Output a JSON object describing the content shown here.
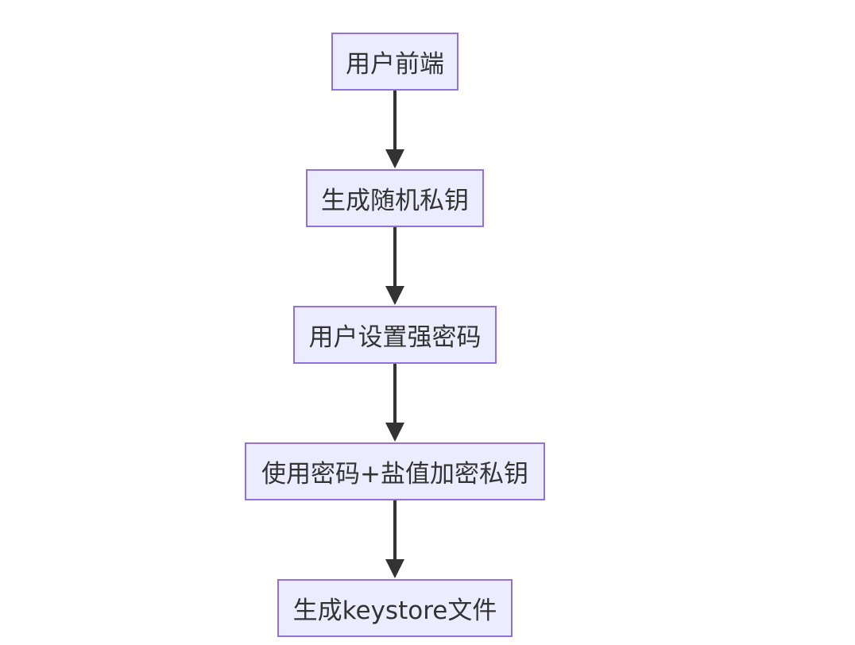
{
  "flowchart": {
    "nodes": [
      {
        "id": "n1",
        "label": "用户前端"
      },
      {
        "id": "n2",
        "label": "生成随机私钥"
      },
      {
        "id": "n3",
        "label": "用户设置强密码"
      },
      {
        "id": "n4",
        "label": "使用密码+盐值加密私钥"
      },
      {
        "id": "n5",
        "label": "生成keystore文件"
      }
    ],
    "edges": [
      {
        "from": "n1",
        "to": "n2"
      },
      {
        "from": "n2",
        "to": "n3"
      },
      {
        "from": "n3",
        "to": "n4"
      },
      {
        "from": "n4",
        "to": "n5"
      }
    ]
  },
  "colors": {
    "node_fill": "#ececff",
    "node_border": "#9370db",
    "edge": "#333333",
    "text": "#333333"
  }
}
